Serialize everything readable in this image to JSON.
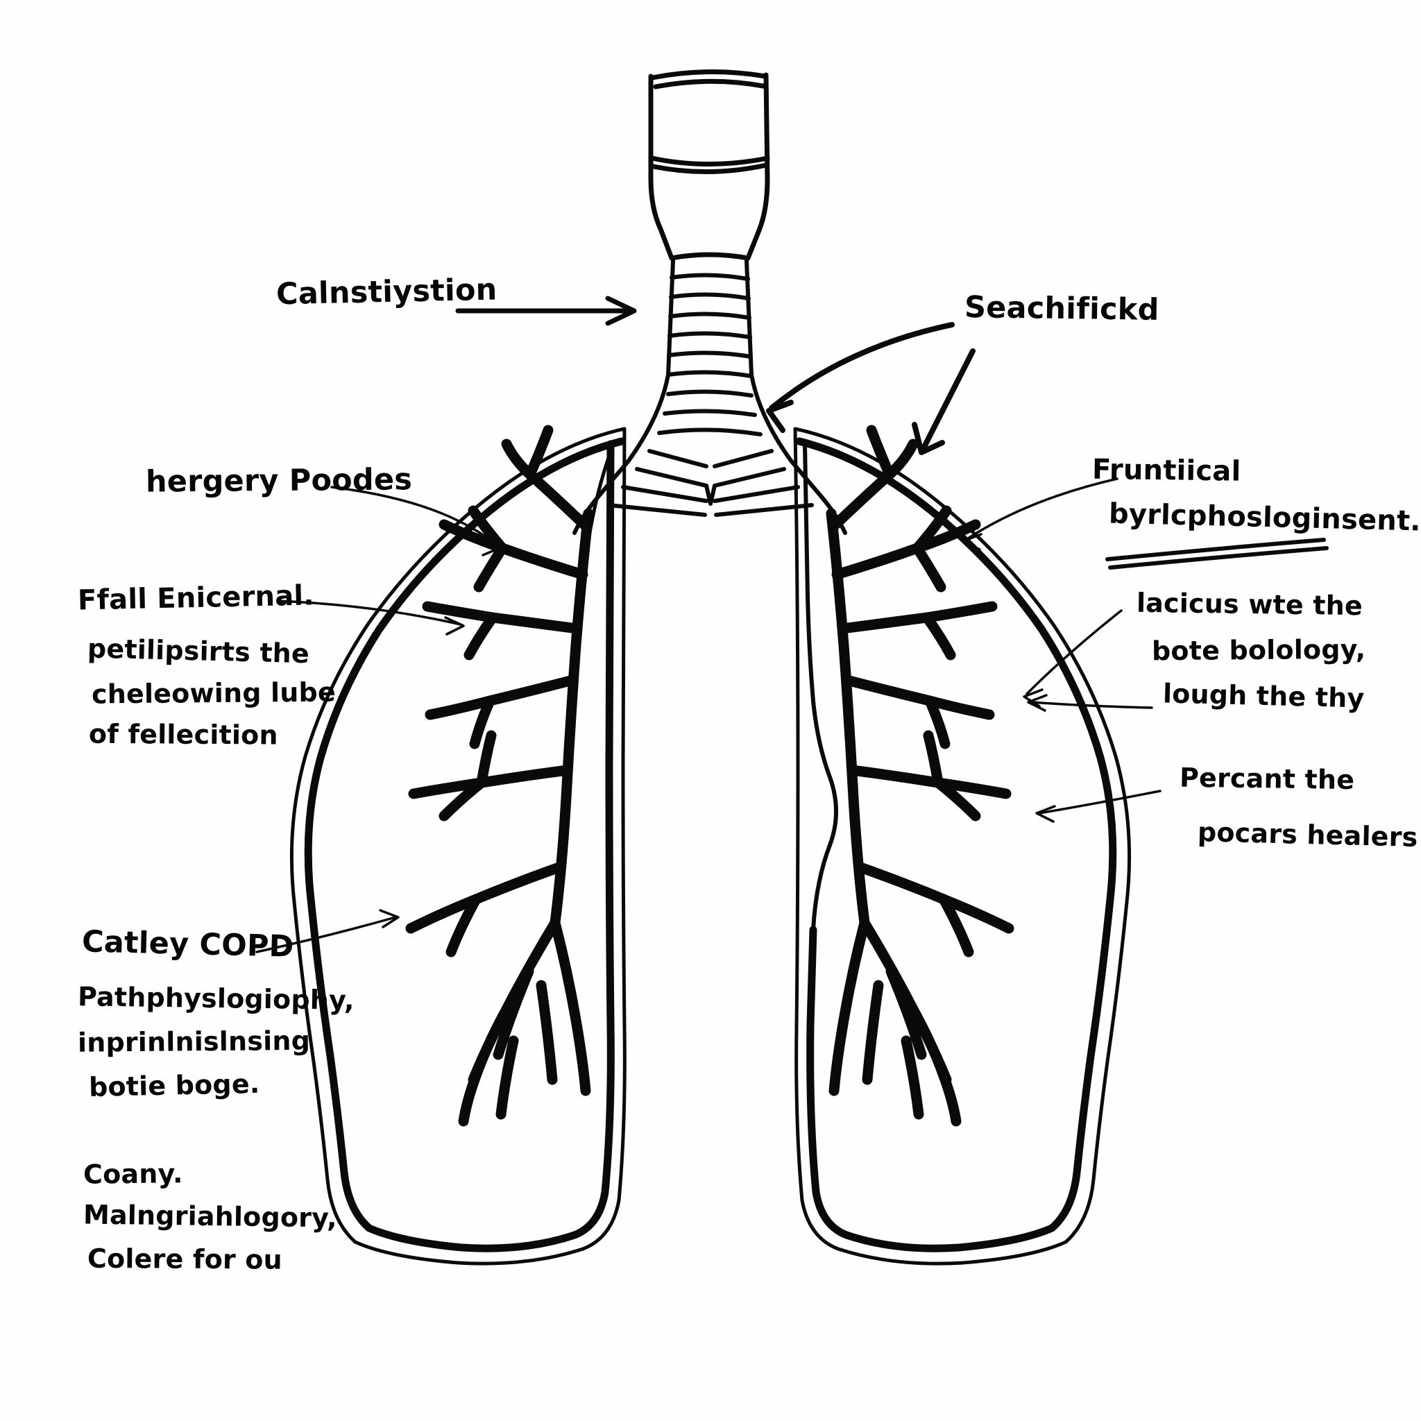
{
  "diagram": {
    "title": "Hand-drawn human lungs and bronchial tree diagram",
    "style": "black ink line drawing on white paper",
    "ink_color": "#0a0a0a",
    "paper_color": "#fefefe"
  },
  "anatomy": {
    "larynx_label": "larynx-box",
    "trachea_label": "trachea-rings",
    "carina_label": "carina-bifurcation",
    "left_lung_label": "left-lung-outline",
    "right_lung_label": "right-lung-outline",
    "left_tree_label": "left-bronchial-tree",
    "right_tree_label": "right-bronchial-tree"
  },
  "labels": {
    "top_left": {
      "lines": [
        "Calnstiystion"
      ],
      "arrow": "straight-right"
    },
    "top_right": {
      "lines": [
        "Seachifickd"
      ],
      "arrows": [
        "curved-left-down",
        "straight-down"
      ]
    },
    "left_upper": {
      "lines": [
        "hergery Poodes"
      ],
      "arrow": "thin-leader-right"
    },
    "left_mid": {
      "heading": "Ffall Enicernal.",
      "lines": [
        "petilipsirts the",
        "cheleowing lube.",
        "of fellecition"
      ],
      "arrow": "thin-leader-right"
    },
    "left_lower": {
      "heading": "Catley COPD",
      "lines": [
        "Pathphyslogiophy,",
        "inprinlnislnsing",
        "botie boge."
      ],
      "arrow": "thin-leader-right"
    },
    "left_bottom": {
      "lines": [
        "Coany.",
        "Malngriahlogory,",
        "Colere for ou"
      ]
    },
    "right_upper": {
      "lines": [
        "Fruntiical",
        "byrlcphosloginsent."
      ],
      "underline": true,
      "arrow": "thin-leader-left"
    },
    "right_mid": {
      "lines": [
        "lacicus wte the",
        "bote bolology,",
        "lough the thy"
      ],
      "arrows": [
        "thin-leader-left",
        "thin-leader-left"
      ]
    },
    "right_lower": {
      "lines": [
        "Percant the",
        "pocars healers"
      ],
      "arrow": "thin-leader-left"
    }
  }
}
